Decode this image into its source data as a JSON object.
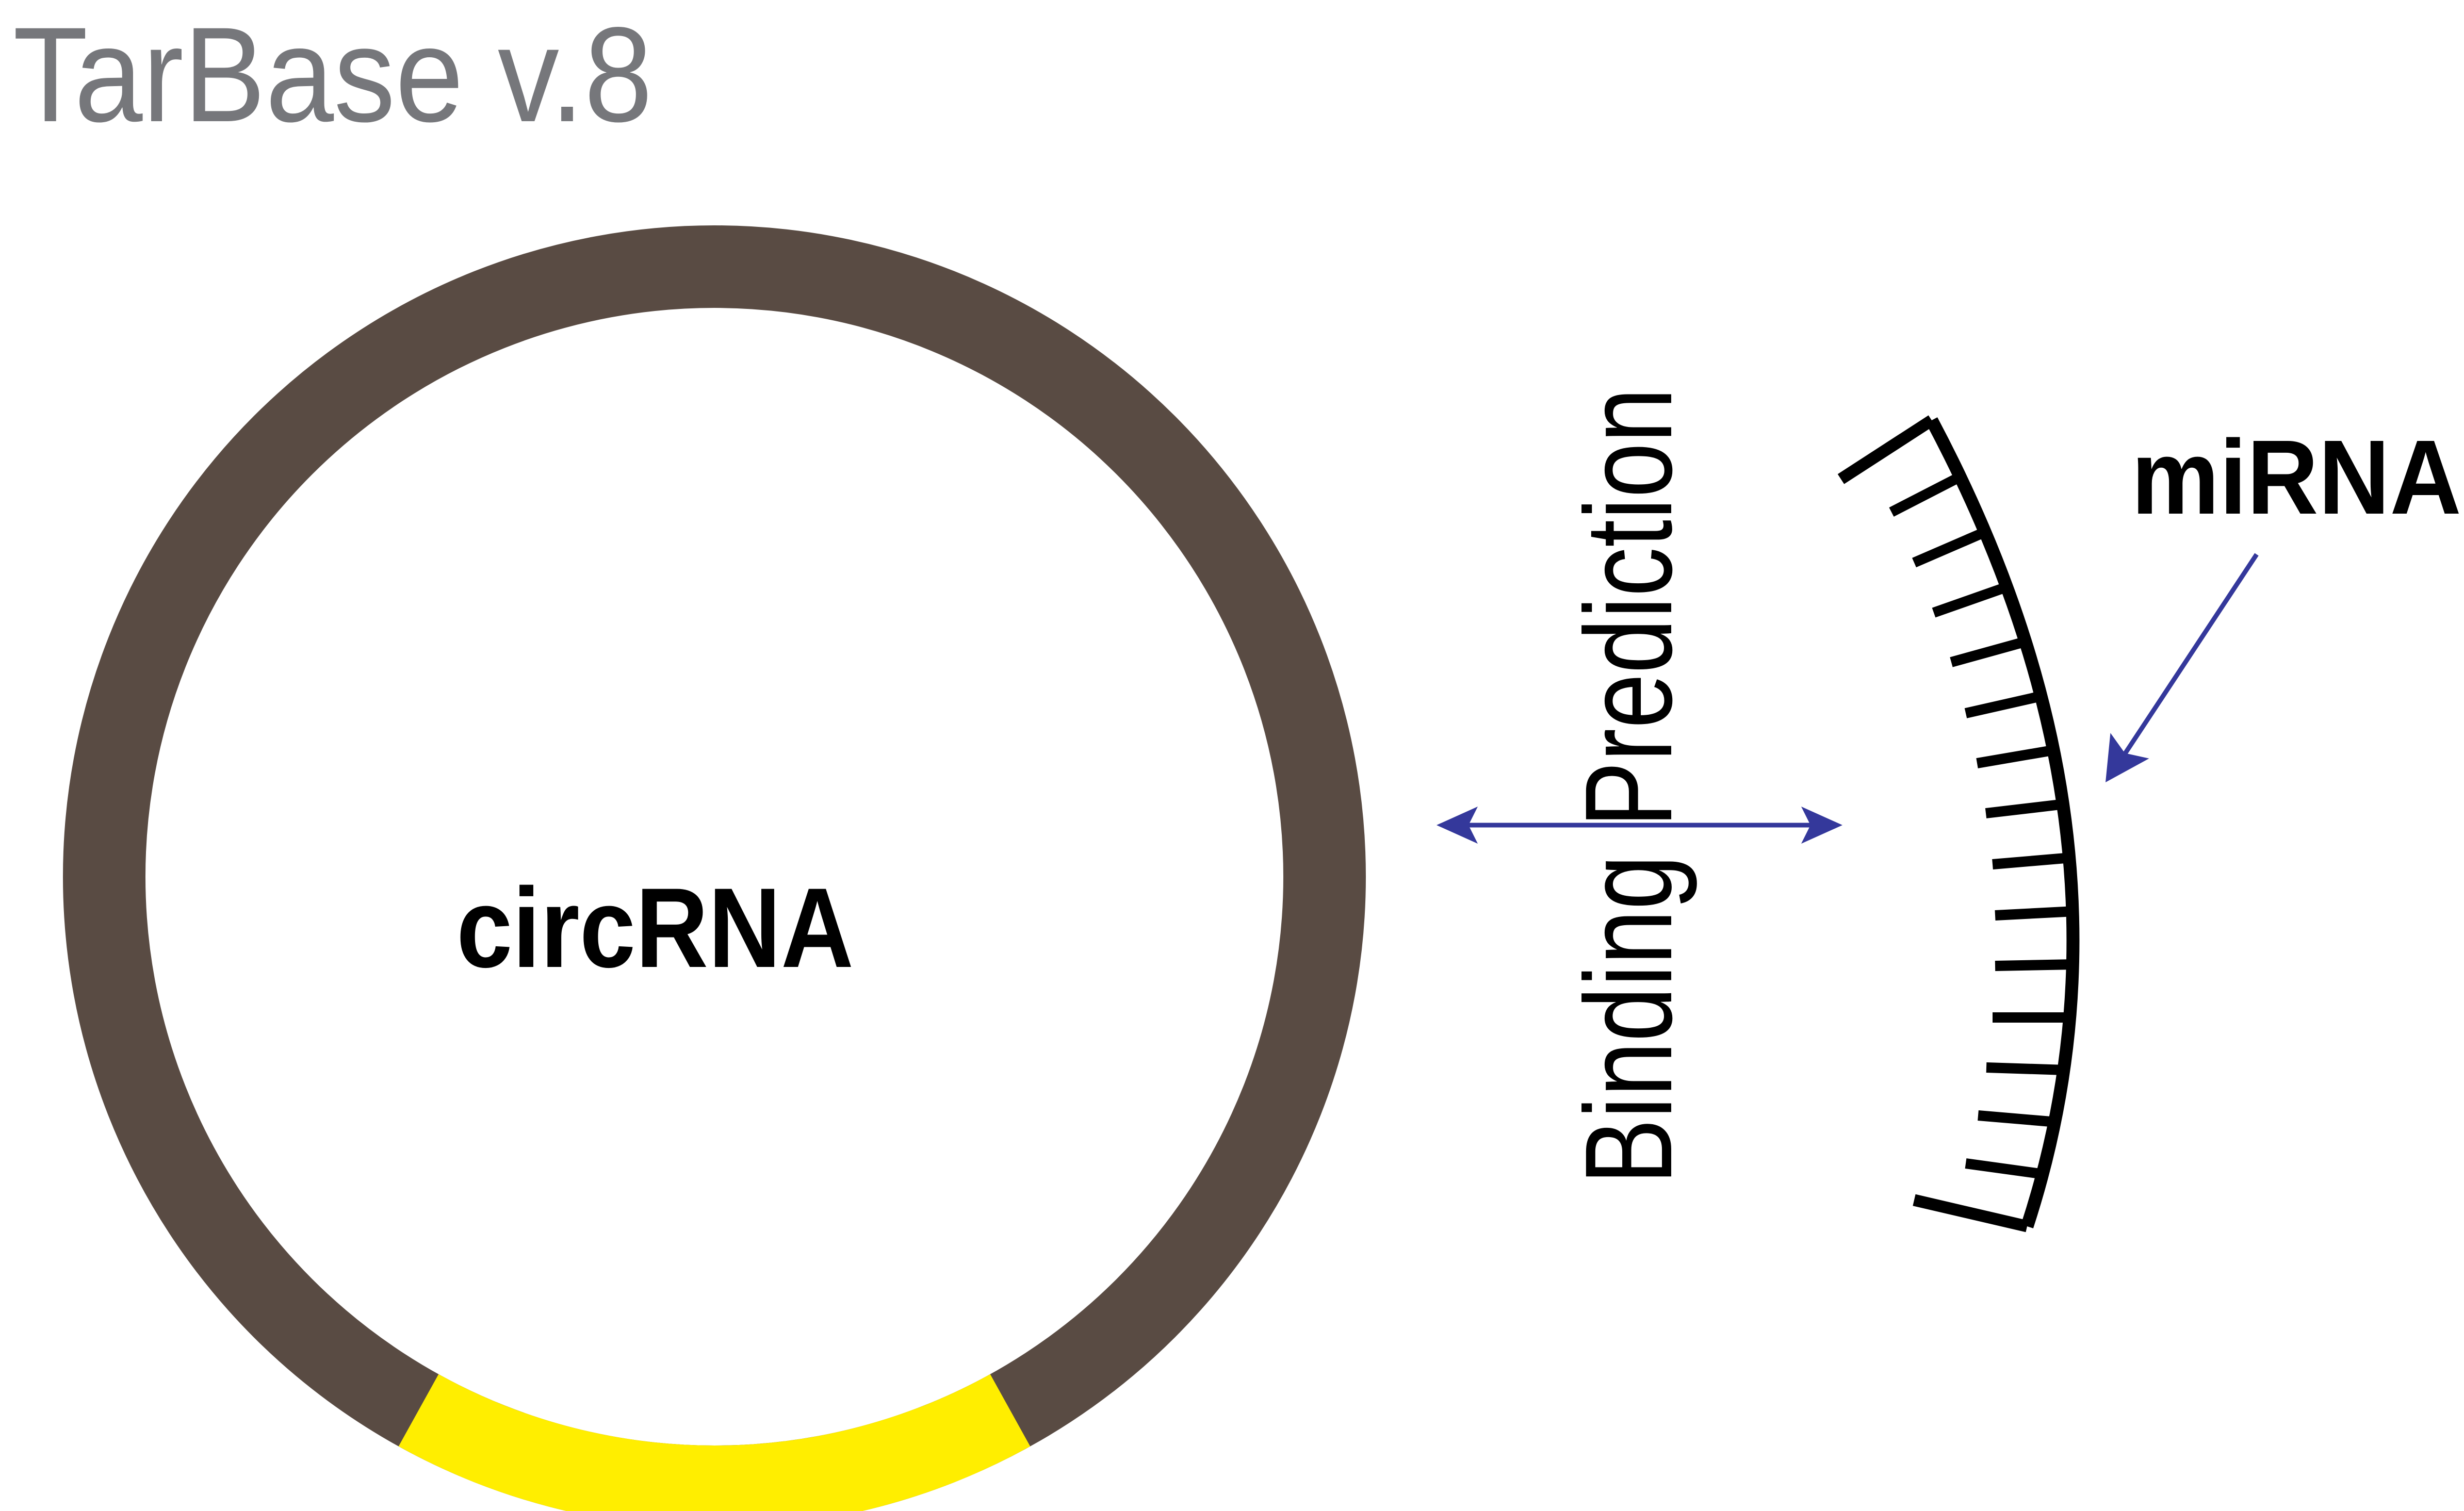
{
  "page": {
    "background": "#FFFFFF"
  },
  "title": {
    "text": "TarBase v.8",
    "color": "#76777B"
  },
  "diagram": {
    "circrna": {
      "label": "circRNA",
      "label_color": "#000000",
      "ring_color": "#594B43",
      "highlight_color": "#FFEE00"
    },
    "binding": {
      "label": "Binding Prediction",
      "text_color": "#000000",
      "arrow_color": "#34389B"
    },
    "mirna": {
      "label": "miRNA",
      "label_color": "#000000",
      "structure_color": "#000000",
      "pointer_color": "#34389B"
    }
  }
}
